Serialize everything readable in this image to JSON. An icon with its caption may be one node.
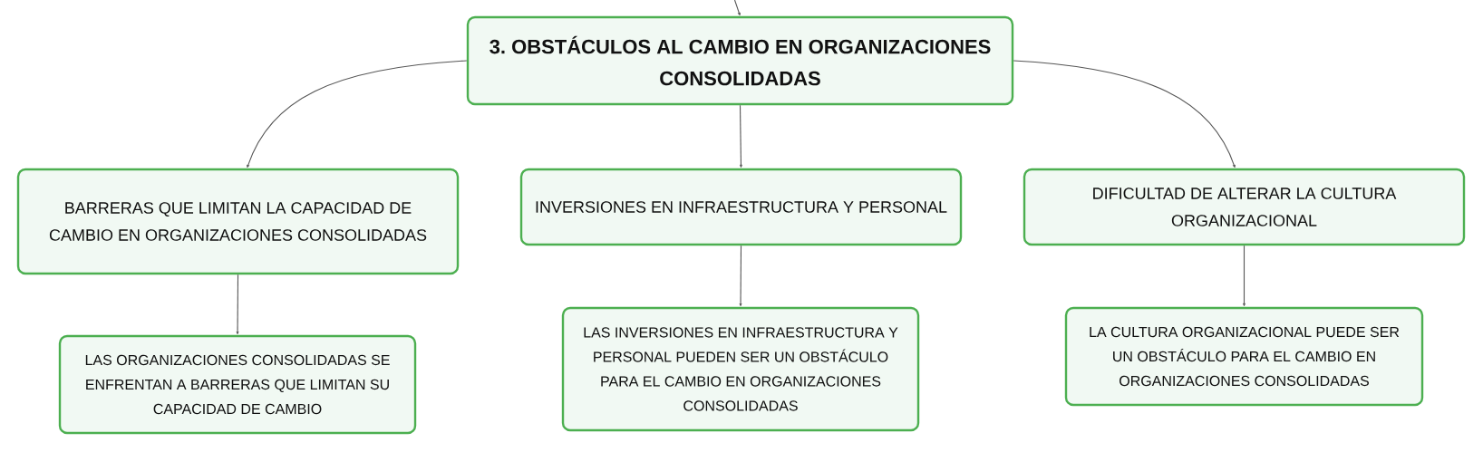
{
  "diagram": {
    "nodes": [
      {
        "text": [
          "3. OBSTÁCULOS AL CAMBIO EN ORGANIZACIONES CONSOLIDADAS"
        ]
      },
      {
        "text": [
          "BARRERAS QUE LIMITAN LA CAPACIDAD DE CAMBIO EN ORGANIZACIONES CONSOLIDADAS"
        ]
      },
      {
        "text": [
          "INVERSIONES EN INFRAESTRUCTURA Y PERSONAL"
        ]
      },
      {
        "text": [
          "DIFICULTAD DE ALTERAR LA CULTURA ORGANIZACIONAL"
        ]
      },
      {
        "text": [
          "LAS ORGANIZACIONES CONSOLIDADAS SE ENFRENTAN A BARRERAS QUE LIMITAN SU CAPACIDAD DE CAMBIO"
        ]
      },
      {
        "text": [
          "LAS INVERSIONES EN INFRAESTRUCTURA Y PERSONAL PUEDEN SER UN OBSTÁCULO PARA EL CAMBIO EN ORGANIZACIONES CONSOLIDADAS"
        ]
      },
      {
        "text": [
          "LA CULTURA ORGANIZACIONAL PUEDE SER UN OBSTÁCULO PARA EL CAMBIO EN ORGANIZACIONES CONSOLIDADAS"
        ]
      }
    ],
    "edges": [
      {
        "from": null,
        "to": 0,
        "arrow": "to"
      },
      {
        "from": 0,
        "to": 1,
        "arrow": "to"
      },
      {
        "from": 0,
        "to": 2,
        "arrow": "to"
      },
      {
        "from": 0,
        "to": 3,
        "arrow": "to"
      },
      {
        "from": 1,
        "to": 4,
        "arrow": "to"
      },
      {
        "from": 2,
        "to": 5,
        "arrow": "to"
      },
      {
        "from": 3,
        "to": 6,
        "arrow": "to"
      }
    ]
  }
}
